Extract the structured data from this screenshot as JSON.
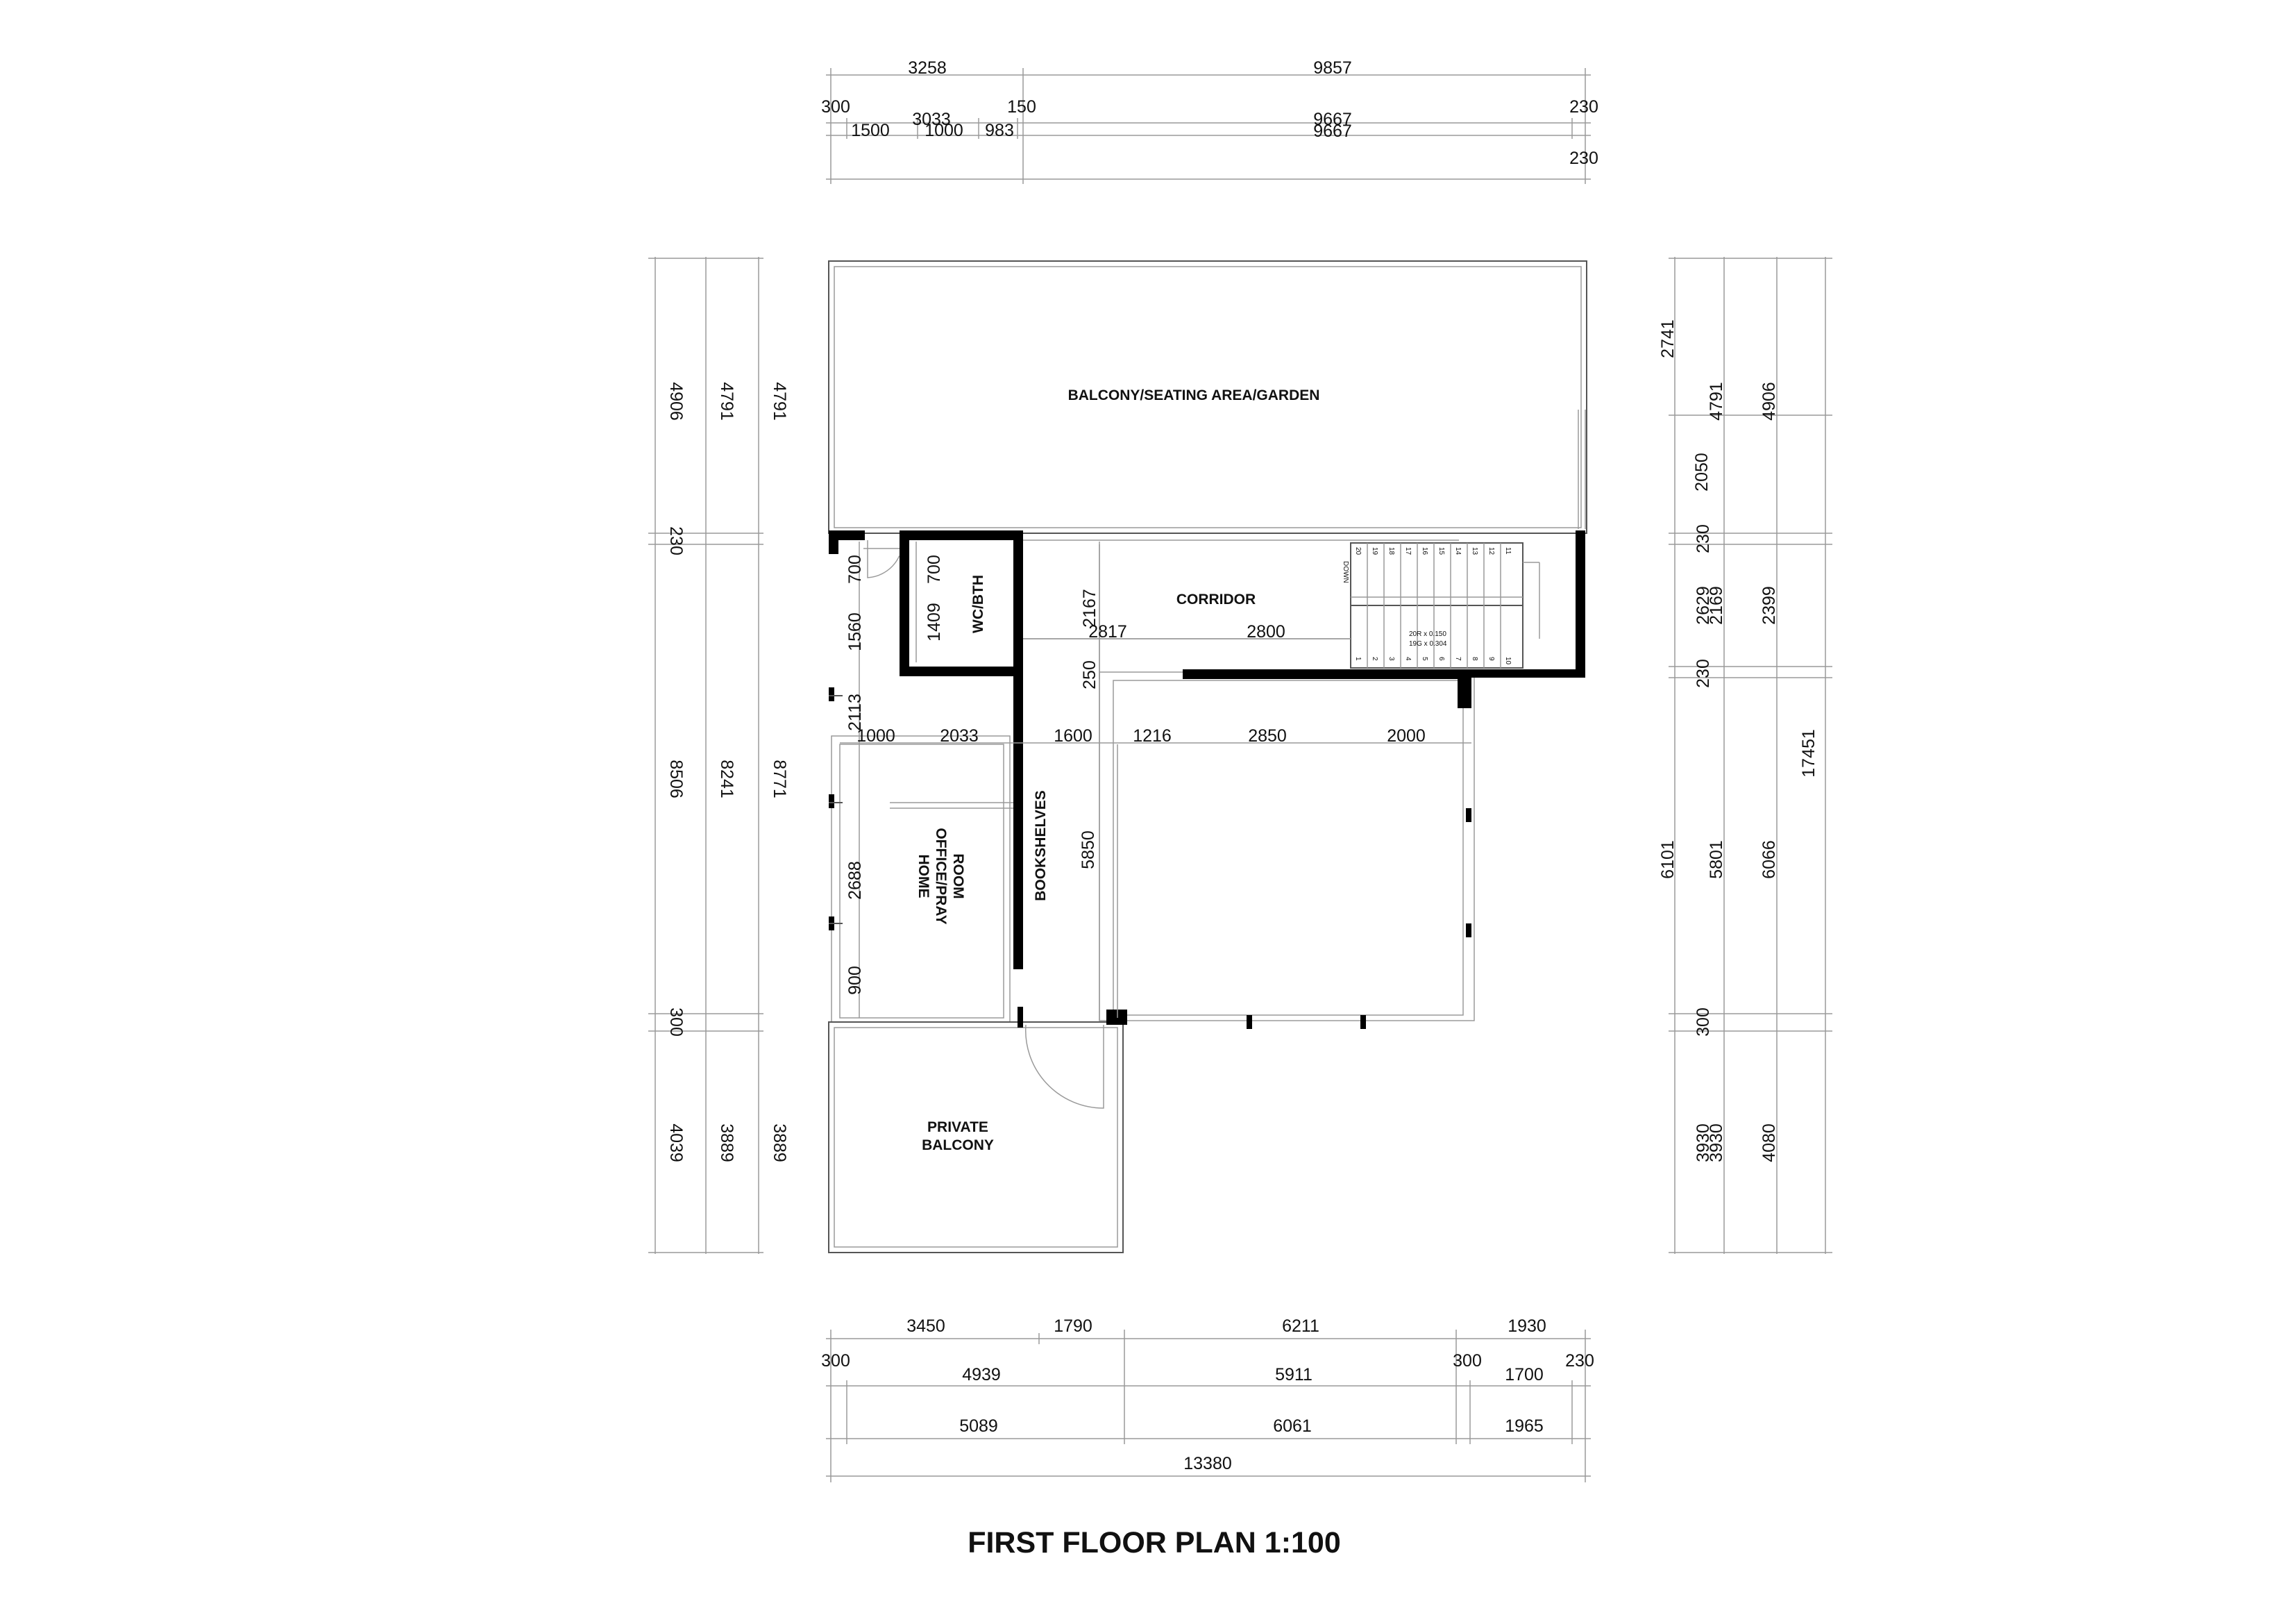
{
  "title": "FIRST FLOOR PLAN 1:100",
  "colors": {
    "wall": "#000000",
    "line": "#9a9a9a",
    "text": "#111111",
    "background": "#ffffff"
  },
  "rooms": {
    "balcony_garden": "BALCONY/SEATING AREA/GARDEN",
    "corridor": "CORRIDOR",
    "wc": "WC/BTH",
    "bookshelves": "BOOKSHELVES",
    "office_1": "HOME",
    "office_2": "OFFICE/PRAY",
    "office_3": "ROOM",
    "private_balcony_1": "PRIVATE",
    "private_balcony_2": "BALCONY"
  },
  "stair": {
    "down_label": "DOWN",
    "spec_1": "20R x 0.150",
    "spec_2": "19G x 0.304",
    "upper_numbers": [
      "20",
      "19",
      "18",
      "17",
      "16",
      "15",
      "14",
      "13",
      "12",
      "11"
    ],
    "lower_numbers": [
      "1",
      "2",
      "3",
      "4",
      "5",
      "6",
      "7",
      "8",
      "9",
      "10"
    ]
  },
  "top_dims": {
    "row1": [
      "3258",
      "9857"
    ],
    "row2": [
      "300",
      "3033",
      "150",
      "9667",
      "230"
    ],
    "row3": [
      "1500",
      "1000",
      "983",
      "9667"
    ],
    "row4": [
      "230"
    ]
  },
  "left_dims": {
    "col1": [
      "4906",
      "230",
      "8506",
      "300",
      "4039"
    ],
    "col2": [
      "4791",
      "8241",
      "3889"
    ],
    "col3": [
      "4791",
      "8771",
      "3889"
    ]
  },
  "right_dims": {
    "col1": [
      "2741",
      "2050",
      "230",
      "2629",
      "230",
      "6101",
      "300",
      "3930"
    ],
    "col2": [
      "4791",
      "2169",
      "5801",
      "3930"
    ],
    "col3": [
      "4906",
      "2399",
      "6066",
      "4080"
    ],
    "col4": [
      "17451"
    ]
  },
  "bottom_dims": {
    "row1": [
      "3450",
      "1790",
      "6211",
      "1930"
    ],
    "row2": [
      "300",
      "4939",
      "5911",
      "300",
      "1700",
      "230"
    ],
    "row3": [
      "5089",
      "6061",
      "1965"
    ],
    "row4": [
      "13380"
    ]
  },
  "interior_dims": {
    "wc_top": "700",
    "wc_left_top": "700",
    "wc_left": "1560",
    "wc_inner": "1409",
    "corr_v": "2167",
    "corr_h1": "2817",
    "corr_h2": "2800",
    "corr_250": "250",
    "office_2113": "2113",
    "h1": "1000",
    "h2": "2033",
    "h3": "1600",
    "h4": "1216",
    "h5": "2850",
    "h6": "2000",
    "office_2688": "2688",
    "office_900": "900",
    "shelf_5850": "5850"
  }
}
